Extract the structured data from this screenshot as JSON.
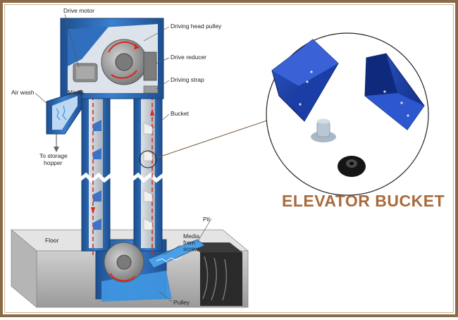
{
  "labels": {
    "drive_motor": "Drive motor",
    "driving_head_pulley": "Driving head pulley",
    "drive_reducer": "Drive reducer",
    "driving_strap": "Driving strap",
    "air_wash": "Air wash",
    "media": "Media",
    "bucket": "Bucket",
    "to_storage_line1": "To storage",
    "to_storage_line2": "hopper",
    "floor": "Floor",
    "pit": "Pit",
    "media_from_line1": "Media",
    "media_from_line2": "from",
    "media_from_line3": "screw",
    "pulley": "Pulley"
  },
  "title": "ELEVATOR BUCKET",
  "colors": {
    "frame": "#8a6a49",
    "title": "#a86a3c",
    "casing_blue": "#2f6fbd",
    "casing_dark": "#1d4f8f",
    "media_blue": "#3f95e0",
    "belt_red": "#d8261c",
    "pulley_gray": "#9a9a9a",
    "bucket_blue": "#1d3fa0"
  },
  "icons": [
    "drive-motor-icon",
    "head-pulley-icon",
    "tail-pulley-icon",
    "bucket-photo-icon",
    "rubber-stopper-icon",
    "washer-icon"
  ]
}
